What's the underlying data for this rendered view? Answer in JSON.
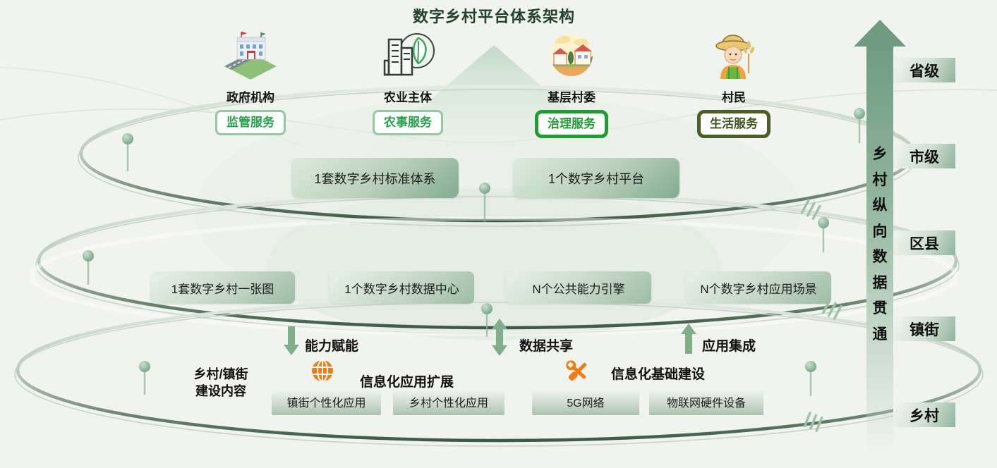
{
  "title": "数字乡村平台体系架构",
  "actors": [
    {
      "name": "政府机构",
      "service": "监管服务",
      "icon": "government-building-icon"
    },
    {
      "name": "农业主体",
      "service": "农事服务",
      "icon": "agri-building-leaf-icon"
    },
    {
      "name": "基层村委",
      "service": "治理服务",
      "icon": "village-scene-icon"
    },
    {
      "name": "村民",
      "service": "生活服务",
      "icon": "farmer-icon"
    }
  ],
  "platform_layer": [
    "1套数字乡村标准体系",
    "1个数字乡村平台"
  ],
  "capability_layer": [
    "1套数字乡村一张图",
    "1个数字乡村数据中心",
    "N个公共能力引擎",
    "N个数字乡村应用场景"
  ],
  "flows": [
    {
      "label": "能力赋能",
      "direction": "down"
    },
    {
      "label": "数据共享",
      "direction": "both"
    },
    {
      "label": "应用集成",
      "direction": "up"
    }
  ],
  "bottom": {
    "left_label": {
      "line1": "乡村/镇街",
      "line2": "建设内容"
    },
    "app": {
      "title": "信息化应用扩展",
      "icon": "globe-icon",
      "items": [
        "镇街个性化应用",
        "乡村个性化应用"
      ]
    },
    "infra": {
      "title": "信息化基础建设",
      "icon": "tools-icon",
      "items": [
        "5G网络",
        "物联网硬件设备"
      ]
    }
  },
  "right_axis": {
    "vertical_label": "乡村纵向数据贯通",
    "levels": [
      "省级",
      "市级",
      "区县",
      "镇街",
      "乡村"
    ]
  },
  "colors": {
    "background": "#f0f3ee",
    "title_green": "#21432a",
    "accent_green": "#27a24c",
    "bright_green_border": "#1f9c33",
    "dark_olive_border": "#4a5e26",
    "flow_arrow_green": "#7fae89",
    "big_arrow_green": "#6f9c81",
    "orange_icon": "#ef7d15",
    "platter_edge_dark": "#3c5a46"
  }
}
